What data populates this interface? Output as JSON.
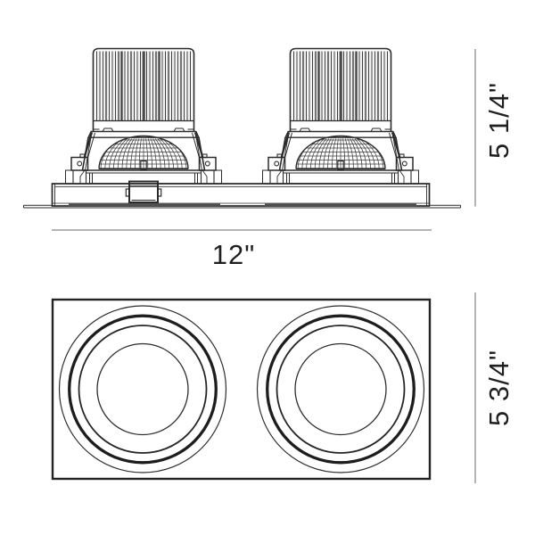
{
  "drawing": {
    "kind": "technical-dimension-drawing",
    "subject": "Double recessed LED downlight fixture, front elevation and bottom view",
    "views": {
      "front_elevation": {
        "description": "Two finned heat-sink lamp modules with wireframe reflector domes and mounting brackets, seated in a recessed housing with ceiling trim flange and a junction box"
      },
      "bottom_view": {
        "description": "Rectangular trim face with two concentric-ring circular apertures"
      }
    },
    "dimensions": {
      "width": {
        "label": "12\""
      },
      "height": {
        "label": "5 1/4\""
      },
      "depth": {
        "label": "5 3/4\""
      }
    },
    "colors": {
      "line": "#2b2b2b",
      "dimension_line": "#686868",
      "text": "#1f1f1f",
      "background": "#ffffff"
    }
  }
}
